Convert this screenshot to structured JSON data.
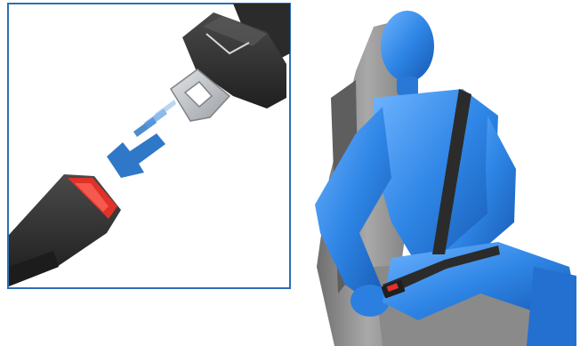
{
  "illustration": {
    "subject": "seat-belt-buckling",
    "panels": [
      "buckle-detail-inset",
      "occupant-wearing-belt"
    ],
    "icons": [
      "seat-belt-tongue-icon",
      "seat-belt-buckle-icon",
      "insert-direction-arrow-icon"
    ],
    "colors": {
      "frame_border": "#2d6fb5",
      "arrow_blue": "#2f78c8",
      "buckle_red": "#e0322a",
      "belt_dark": "#2b2b2b",
      "metal_gray": "#b8bcc0",
      "dummy_blue": "#2f86e6",
      "seat_gray": "#8a8a8a"
    }
  }
}
